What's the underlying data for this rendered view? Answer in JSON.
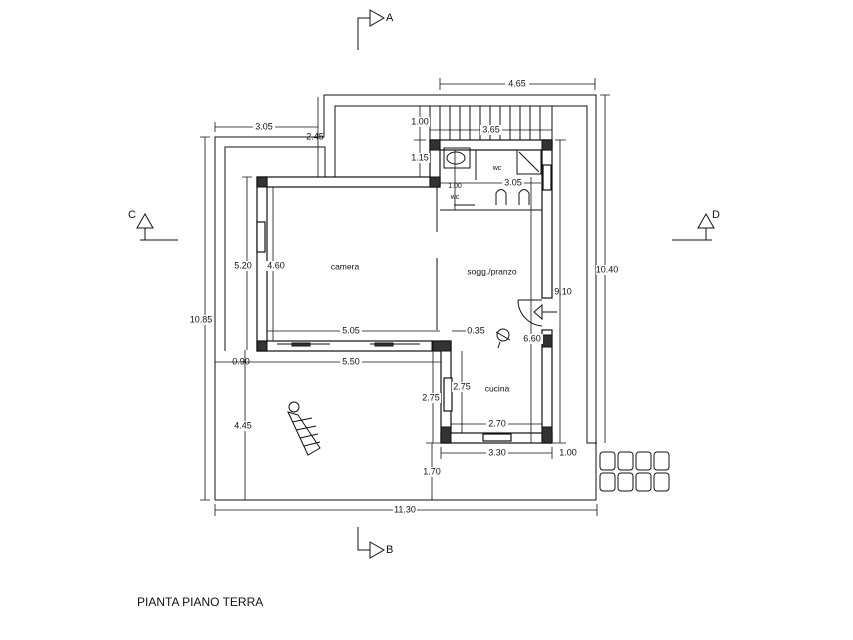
{
  "title": "PIANTA PIANO TERRA",
  "sections": {
    "a": "A",
    "b": "B",
    "c": "C",
    "d": "D"
  },
  "rooms": {
    "camera": "camera",
    "soggiorno": "sogg./pranzo",
    "cucina": "cucina",
    "wc_main": "wc",
    "wc_small": "wc"
  },
  "dims": {
    "top_width": "4.65",
    "top_left_width": "3.05",
    "top_left_offset": "2.45",
    "stairs_depth": "1.00",
    "stairs_width": "3.65",
    "wc_depth": "1.15",
    "wc_small": "1.00",
    "wc_width": "3.05",
    "camera_outer_h": "5.20",
    "camera_inner_h": "4.60",
    "total_left_h": "10.85",
    "total_right_h": "10.40",
    "right_wall_h": "9.10",
    "right_inner_h": "6.60",
    "camera_inner_w": "5.05",
    "offset_small": "0.35",
    "left_margin": "0.90",
    "camera_outer_w": "5.50",
    "kitchen_outer_h": "2.75",
    "kitchen_inner_h": "2.75",
    "kitchen_inner_w": "2.70",
    "kitchen_outer_w": "3.30",
    "right_margin": "1.00",
    "garden_h": "4.45",
    "bottom_margin": "1.70",
    "total_width": "11.30"
  }
}
